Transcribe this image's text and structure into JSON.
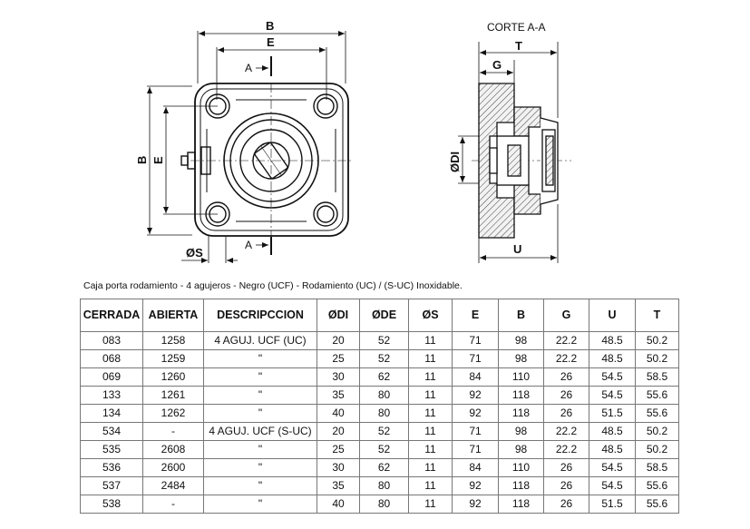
{
  "drawing": {
    "front_view": {
      "dim_B_top": "B",
      "dim_E_top": "E",
      "dim_B_side": "B",
      "dim_E_side": "E",
      "dim_S": "ØS",
      "section_mark_top": "A",
      "section_mark_bottom": "A"
    },
    "section_view": {
      "title": "CORTE A-A",
      "dim_T": "T",
      "dim_G": "G",
      "dim_DI": "ØDI",
      "dim_U": "U"
    }
  },
  "caption": "Caja porta rodamiento - 4 agujeros - Negro (UCF) - Rodamiento (UC) / (S-UC) Inoxidable.",
  "table": {
    "headers": [
      "CERRADA",
      "ABIERTA",
      "DESCRIPCCION",
      "ØDI",
      "ØDE",
      "ØS",
      "E",
      "B",
      "G",
      "U",
      "T"
    ],
    "rows": [
      [
        "083",
        "1258",
        "4 AGUJ. UCF (UC)",
        "20",
        "52",
        "11",
        "71",
        "98",
        "22.2",
        "48.5",
        "50.2"
      ],
      [
        "068",
        "1259",
        "\"",
        "25",
        "52",
        "11",
        "71",
        "98",
        "22.2",
        "48.5",
        "50.2"
      ],
      [
        "069",
        "1260",
        "\"",
        "30",
        "62",
        "11",
        "84",
        "110",
        "26",
        "54.5",
        "58.5"
      ],
      [
        "133",
        "1261",
        "\"",
        "35",
        "80",
        "11",
        "92",
        "118",
        "26",
        "54.5",
        "55.6"
      ],
      [
        "134",
        "1262",
        "\"",
        "40",
        "80",
        "11",
        "92",
        "118",
        "26",
        "51.5",
        "55.6"
      ],
      [
        "534",
        "-",
        "4 AGUJ. UCF (S-UC)",
        "20",
        "52",
        "11",
        "71",
        "98",
        "22.2",
        "48.5",
        "50.2"
      ],
      [
        "535",
        "2608",
        "\"",
        "25",
        "52",
        "11",
        "71",
        "98",
        "22.2",
        "48.5",
        "50.2"
      ],
      [
        "536",
        "2600",
        "\"",
        "30",
        "62",
        "11",
        "84",
        "110",
        "26",
        "54.5",
        "58.5"
      ],
      [
        "537",
        "2484",
        "\"",
        "35",
        "80",
        "11",
        "92",
        "118",
        "26",
        "54.5",
        "55.6"
      ],
      [
        "538",
        "-",
        "\"",
        "40",
        "80",
        "11",
        "92",
        "118",
        "26",
        "51.5",
        "55.6"
      ]
    ]
  }
}
